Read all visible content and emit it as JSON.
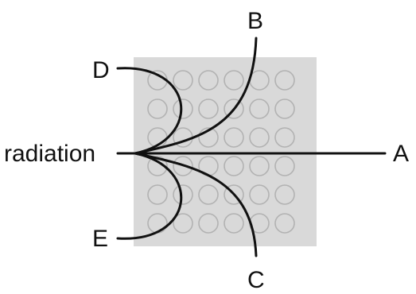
{
  "labels": {
    "source": "radiation",
    "a": "A",
    "b": "B",
    "c": "C",
    "d": "D",
    "e": "E"
  },
  "colors": {
    "block": "#d9d9d9",
    "atom_outline": "#b2b2b2",
    "line": "#111111"
  },
  "grid": {
    "rows": 6,
    "cols": 6
  }
}
